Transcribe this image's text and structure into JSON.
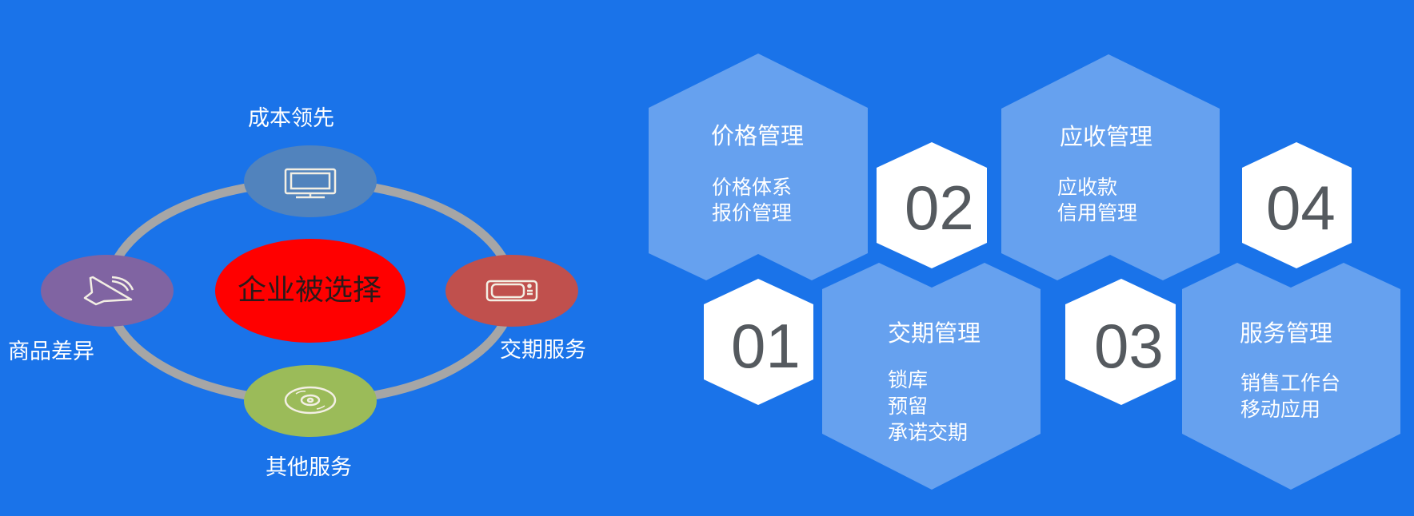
{
  "colors": {
    "background": "#1a73e9",
    "hex_fill": "#66a1ef",
    "number_hex_fill": "#ffffff",
    "number_text": "#555a5f",
    "ring": "#a6a6a6",
    "center": "#ff0000",
    "node_top": "#5183bd",
    "node_left": "#8064a2",
    "node_right": "#c0504d",
    "node_bottom": "#9bbb59"
  },
  "cycle": {
    "center_label": "企业被选择",
    "nodes": [
      {
        "label": "成本领先",
        "icon": "monitor-icon"
      },
      {
        "label": "交期服务",
        "icon": "tv-icon"
      },
      {
        "label": "其他服务",
        "icon": "disc-icon"
      },
      {
        "label": "商品差异",
        "icon": "speaker-icon"
      }
    ]
  },
  "modules": [
    {
      "number": "01",
      "title": "价格管理",
      "items": [
        "价格体系",
        "报价管理"
      ]
    },
    {
      "number": "02",
      "title": "应收管理",
      "items": [
        "应收款",
        "信用管理"
      ]
    },
    {
      "number": "03",
      "title": "交期管理",
      "items": [
        "锁库",
        "预留",
        "承诺交期"
      ]
    },
    {
      "number": "04",
      "title": "服务管理",
      "items": [
        "销售工作台",
        "移动应用"
      ]
    }
  ]
}
